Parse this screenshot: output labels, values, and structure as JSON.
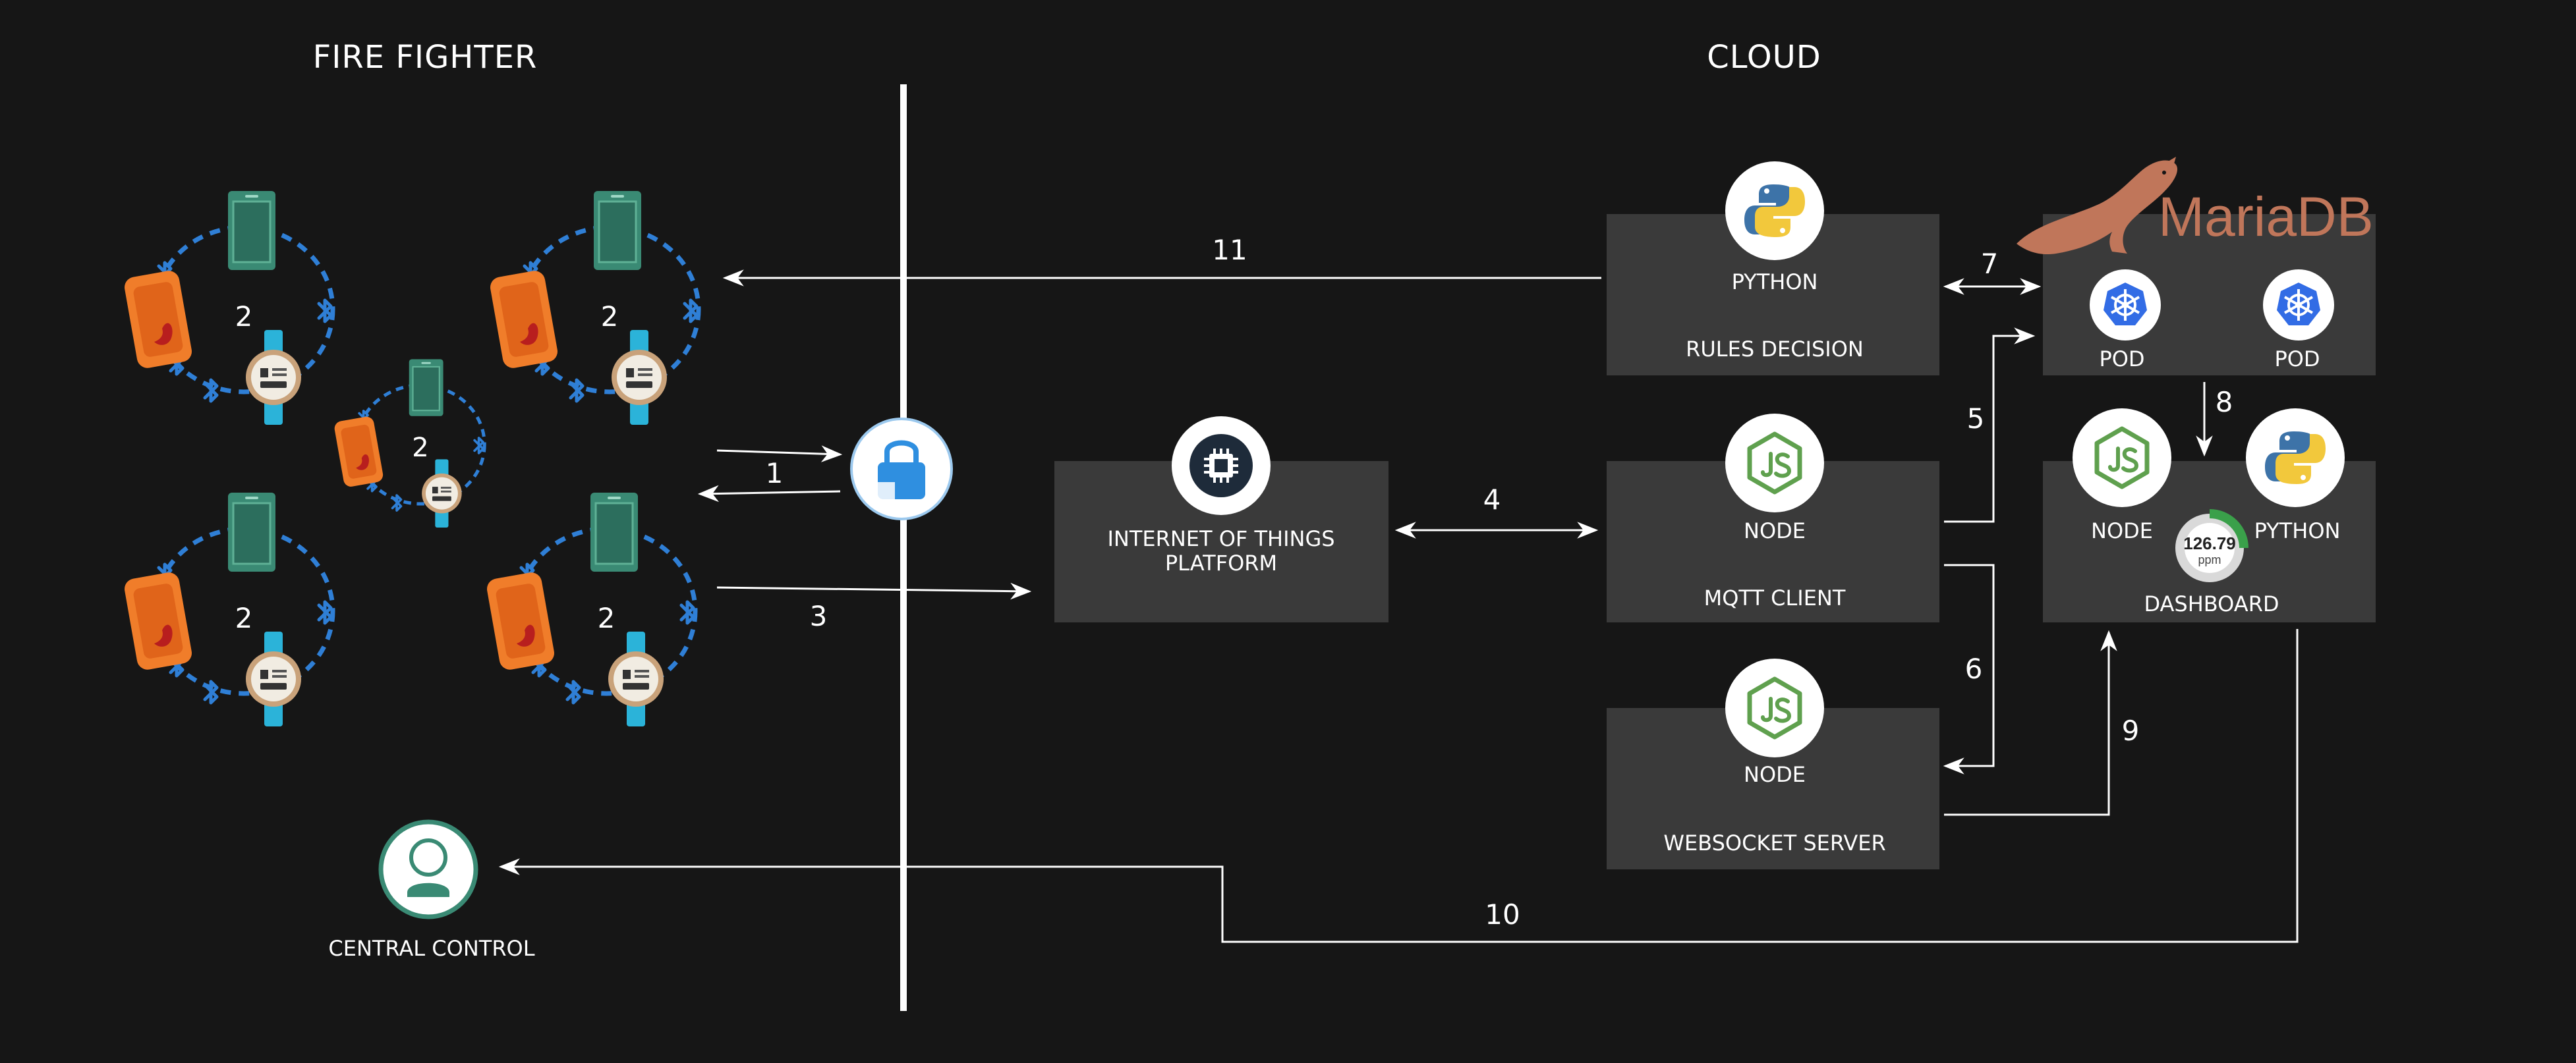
{
  "headers": {
    "firefighter": "FIRE FIGHTER",
    "cloud": "CLOUD"
  },
  "groups": [
    {
      "count": "2"
    },
    {
      "count": "2"
    },
    {
      "count": "2"
    },
    {
      "count": "2"
    },
    {
      "count": "2"
    }
  ],
  "nodes": {
    "iot_platform": {
      "line1": "INTERNET OF THINGS",
      "line2": "PLATFORM"
    },
    "rules_decision": {
      "tech": "PYTHON",
      "name": "RULES DECISION"
    },
    "mqtt_client": {
      "tech": "NODE",
      "name": "MQTT CLIENT"
    },
    "websocket_server": {
      "tech": "NODE",
      "name": "WEBSOCKET SERVER"
    },
    "mariadb": {
      "logo_text": "MariaDB",
      "pod1": "POD",
      "pod2": "POD"
    },
    "dashboard": {
      "tech1": "NODE",
      "tech2": "PYTHON",
      "name": "DASHBOARD",
      "gauge_value": "126.79",
      "gauge_unit": "ppm"
    },
    "central_control": {
      "name": "CENTRAL CONTROL"
    }
  },
  "flows": {
    "f1": "1",
    "f3": "3",
    "f4": "4",
    "f5": "5",
    "f6": "6",
    "f7": "7",
    "f8": "8",
    "f9": "9",
    "f10": "10",
    "f11": "11"
  },
  "colors": {
    "background": "#161616",
    "box": "#3a3a3a",
    "bluetooth": "#2f7fd6",
    "phone": "#3a8a74",
    "sensor": "#f07d2a",
    "mariadb": "#c0765a",
    "kubernetes": "#326ce5"
  },
  "icons": [
    "phone-icon",
    "smartwatch-icon",
    "sensor-tag-icon",
    "bluetooth-icon",
    "lock-icon",
    "chip-icon",
    "python-logo-icon",
    "nodejs-logo-icon",
    "kubernetes-icon",
    "mariadb-seal-icon",
    "user-icon"
  ]
}
